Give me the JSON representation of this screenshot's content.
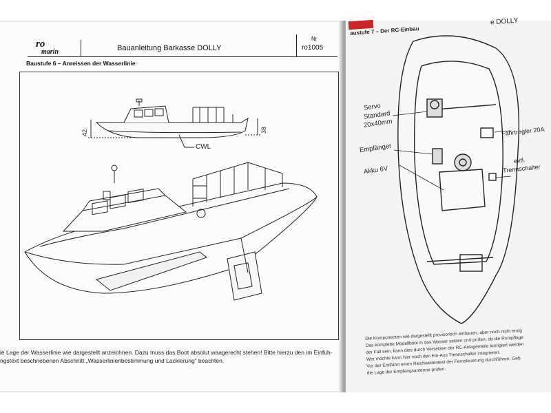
{
  "left_page": {
    "logo_top": "ro",
    "logo_bottom": "marin",
    "header_title": "Bauanleitung Barkasse DOLLY",
    "nr_label": "Nr",
    "nr_value": "ro1005",
    "step_title": "Baustufe 6 – Anreissen der Wasserlinie",
    "dimension_left": "42",
    "dimension_right": "38",
    "waterline_label": "CWL",
    "caption_lines": [
      "ie Lage der Wasserlinie wie dargestellt anzeichnen. Dazu muss das Boot absolut waagerecht stehen! Bitte hierzu den im Einfüh-",
      "ngstext beschriebenen Abschnitt „Wasserlinienbestimmung und Lackierung“ beachten."
    ]
  },
  "right_page": {
    "header_step": "austufe 7 – Der RC-Einbau",
    "header_right": "e DOLLY",
    "labels": {
      "servo_1": "Servo",
      "servo_2": "Standard",
      "servo_3": "20x40mm",
      "receiver": "Empfänger",
      "battery": "Akku 6V",
      "esc": "Fahrtregler 20A",
      "switch_1": "evtl.",
      "switch_2": "Trennschalter"
    },
    "caption_lines": [
      "Die Komponenten wie dargestellt provisorisch einbauen, aber noch nicht endg",
      "Das komplette Modellboot in das Wasser setzen und prüfen, ob die Rumpflage",
      "der Fall sein, kann dies durch Versetzen der RC-Anlagenteile korrigiert werden",
      "Wer möchte kann hier noch den Ein-Aus Trennschalter integrieren.",
      "Vor der Erstfahrt einen Reichweitentest der Fernsteuerung durchführen. Geb",
      "die Lage der Empfangsantenne prüfen."
    ]
  }
}
